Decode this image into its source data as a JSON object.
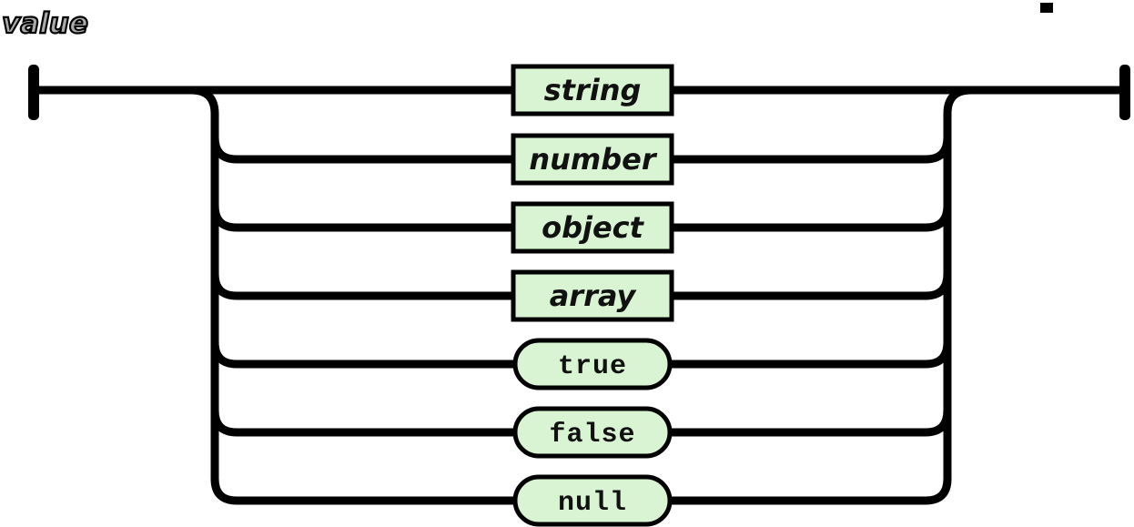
{
  "title": "value",
  "colors": {
    "node_fill": "#d8f4d2",
    "line": "#000000",
    "text": "#111111"
  },
  "diagram": {
    "kind": "railroad-syntax-diagram",
    "rule": "value",
    "branches": [
      {
        "label": "string",
        "type": "non-terminal",
        "shape": "rectangle"
      },
      {
        "label": "number",
        "type": "non-terminal",
        "shape": "rectangle"
      },
      {
        "label": "object",
        "type": "non-terminal",
        "shape": "rectangle"
      },
      {
        "label": "array",
        "type": "non-terminal",
        "shape": "rectangle"
      },
      {
        "label": "true",
        "type": "terminal",
        "shape": "pill"
      },
      {
        "label": "false",
        "type": "terminal",
        "shape": "pill"
      },
      {
        "label": "null",
        "type": "terminal",
        "shape": "pill"
      }
    ]
  }
}
